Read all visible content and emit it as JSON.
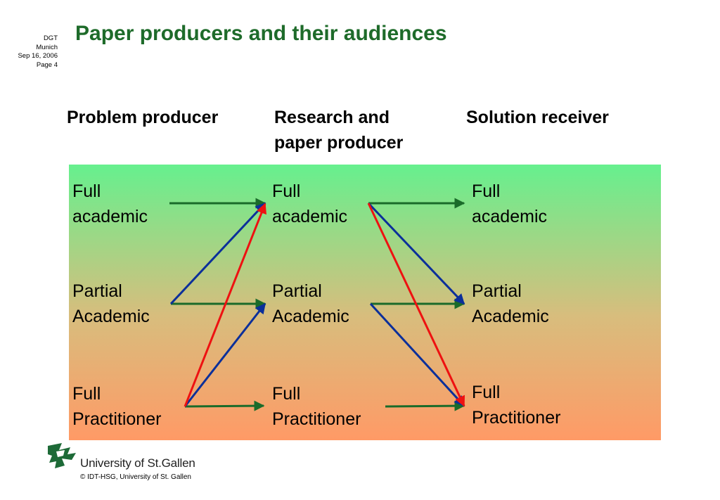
{
  "meta": {
    "line1": "DGT",
    "line2": "Munich",
    "line3": "Sep 16, 2006",
    "line4": "Page 4"
  },
  "title": "Paper producers and their audiences",
  "columns": [
    {
      "line1": "Problem producer",
      "line2": ""
    },
    {
      "line1": "Research and",
      "line2": "paper producer"
    },
    {
      "line1": "Solution receiver",
      "line2": ""
    }
  ],
  "nodes": {
    "producer": [
      [
        "Full",
        "academic"
      ],
      [
        "Partial",
        "Academic"
      ],
      [
        "Full",
        "Practitioner"
      ]
    ],
    "research": [
      [
        "Full",
        "academic"
      ],
      [
        "Partial",
        "Academic"
      ],
      [
        "Full",
        "Practitioner"
      ]
    ],
    "receiver": [
      [
        "Full",
        "academic"
      ],
      [
        "Partial",
        "Academic"
      ],
      [
        "Full",
        "Practitioner"
      ]
    ]
  },
  "colors": {
    "title": "#1e6b2a",
    "arrow_green": "#1a6b2a",
    "arrow_blue": "#0b2f9a",
    "arrow_red": "#ee1111",
    "panel_top": "#66f08e",
    "panel_bottom": "#ff9a66"
  },
  "footer": {
    "university": "University of St.Gallen",
    "copyright": "© IDT-HSG, University of St. Gallen"
  }
}
